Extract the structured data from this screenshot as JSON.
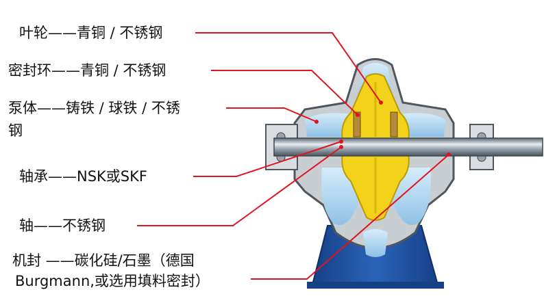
{
  "labels": {
    "impeller": "叶轮——青铜 / 不锈钢",
    "seal_ring": "密封环——青铜 / 不锈钢",
    "casing_line1": "泵体——铸铁 / 球铁 / 不锈",
    "casing_line2": "钢",
    "bearing": "轴承——NSK或SKF",
    "shaft": "轴——不锈钢",
    "mech_seal_line1": "机封 ——碳化硅/石墨（德国",
    "mech_seal_line2": "Burgmann,或选用填料密封）"
  },
  "colors": {
    "leader": "#e0141e",
    "impeller": "#f2d21b",
    "casing": "#c9ced3",
    "water": "#a9d2ee",
    "base": "#1f4f9e",
    "shaft": "#6e7a86"
  }
}
